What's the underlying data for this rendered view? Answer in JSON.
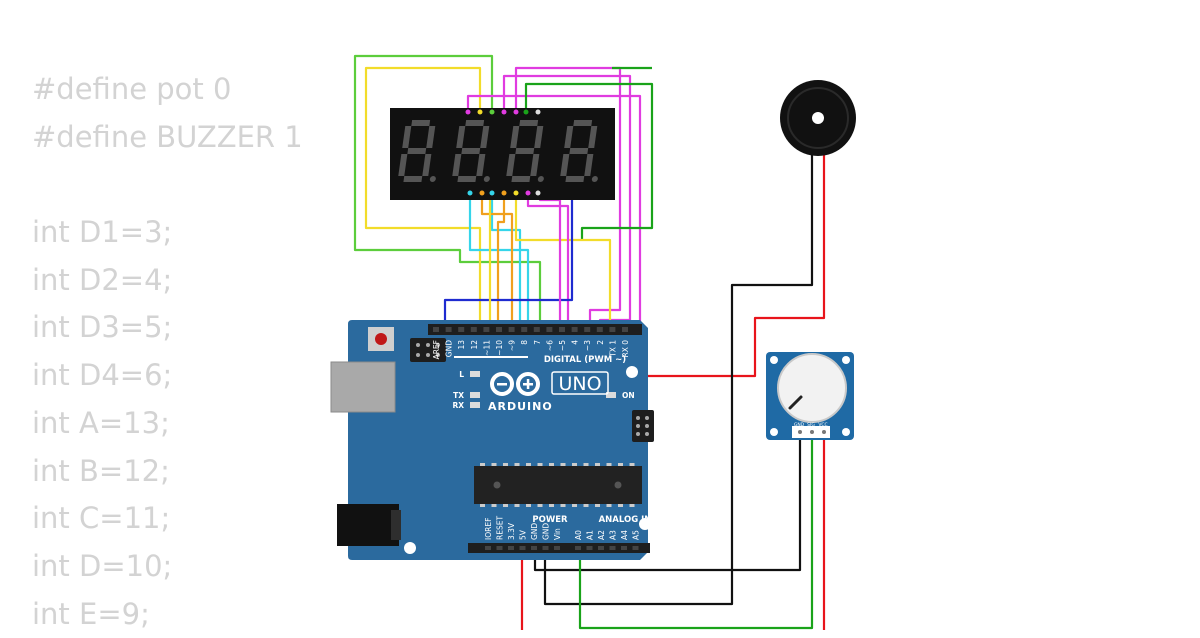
{
  "code_lines": [
    "#define pot 0",
    "#define BUZZER 1",
    "",
    "int D1=3;",
    "int D2=4;",
    "int D3=5;",
    "int D4=6;",
    "int A=13;",
    "int B=12;",
    "int C=11;",
    "int D=10;",
    "int E=9;"
  ],
  "board": {
    "brand": "ARDUINO",
    "model": "UNO",
    "digital_header": "DIGITAL (PWM ~)",
    "digital_pins": [
      "AREF",
      "GND",
      "13",
      "12",
      "~11",
      "~10",
      "~9",
      "8",
      "7",
      "~6",
      "~5",
      "4",
      "~3",
      "2",
      "TX 1",
      "RX 0"
    ],
    "power_header": "POWER",
    "analog_header": "ANALOG IN",
    "power_pins": [
      "IOREF",
      "RESET",
      "3.3V",
      "5V",
      "GND",
      "GND",
      "Vin"
    ],
    "analog_pins": [
      "A0",
      "A1",
      "A2",
      "A3",
      "A4",
      "A5"
    ],
    "led_labels": {
      "l": "L",
      "tx": "TX",
      "rx": "RX",
      "on": "ON"
    },
    "colors": {
      "board": "#2b6a9e",
      "header": "#1e1e1e",
      "chip": "#222222"
    }
  },
  "potentiometer": {
    "pins": [
      "GND",
      "SIG",
      "VCC"
    ],
    "colors": {
      "board": "#1f6aa5",
      "knob": "#f2f2f2"
    }
  },
  "display": {
    "digits": 4,
    "colors": {
      "body": "#111111",
      "segment_off": "#555555"
    }
  },
  "buzzer": {
    "colors": {
      "body": "#111111",
      "center": "#ffffff"
    }
  },
  "wire_colors": {
    "red": "#e8141b",
    "black": "#111111",
    "green": "#1aa31a",
    "yellow": "#f2dc2a",
    "magenta": "#e03be0",
    "cyan": "#35d5ea",
    "orange": "#f0a01e",
    "blue": "#1f2bd0",
    "lime": "#5ccd3c"
  }
}
